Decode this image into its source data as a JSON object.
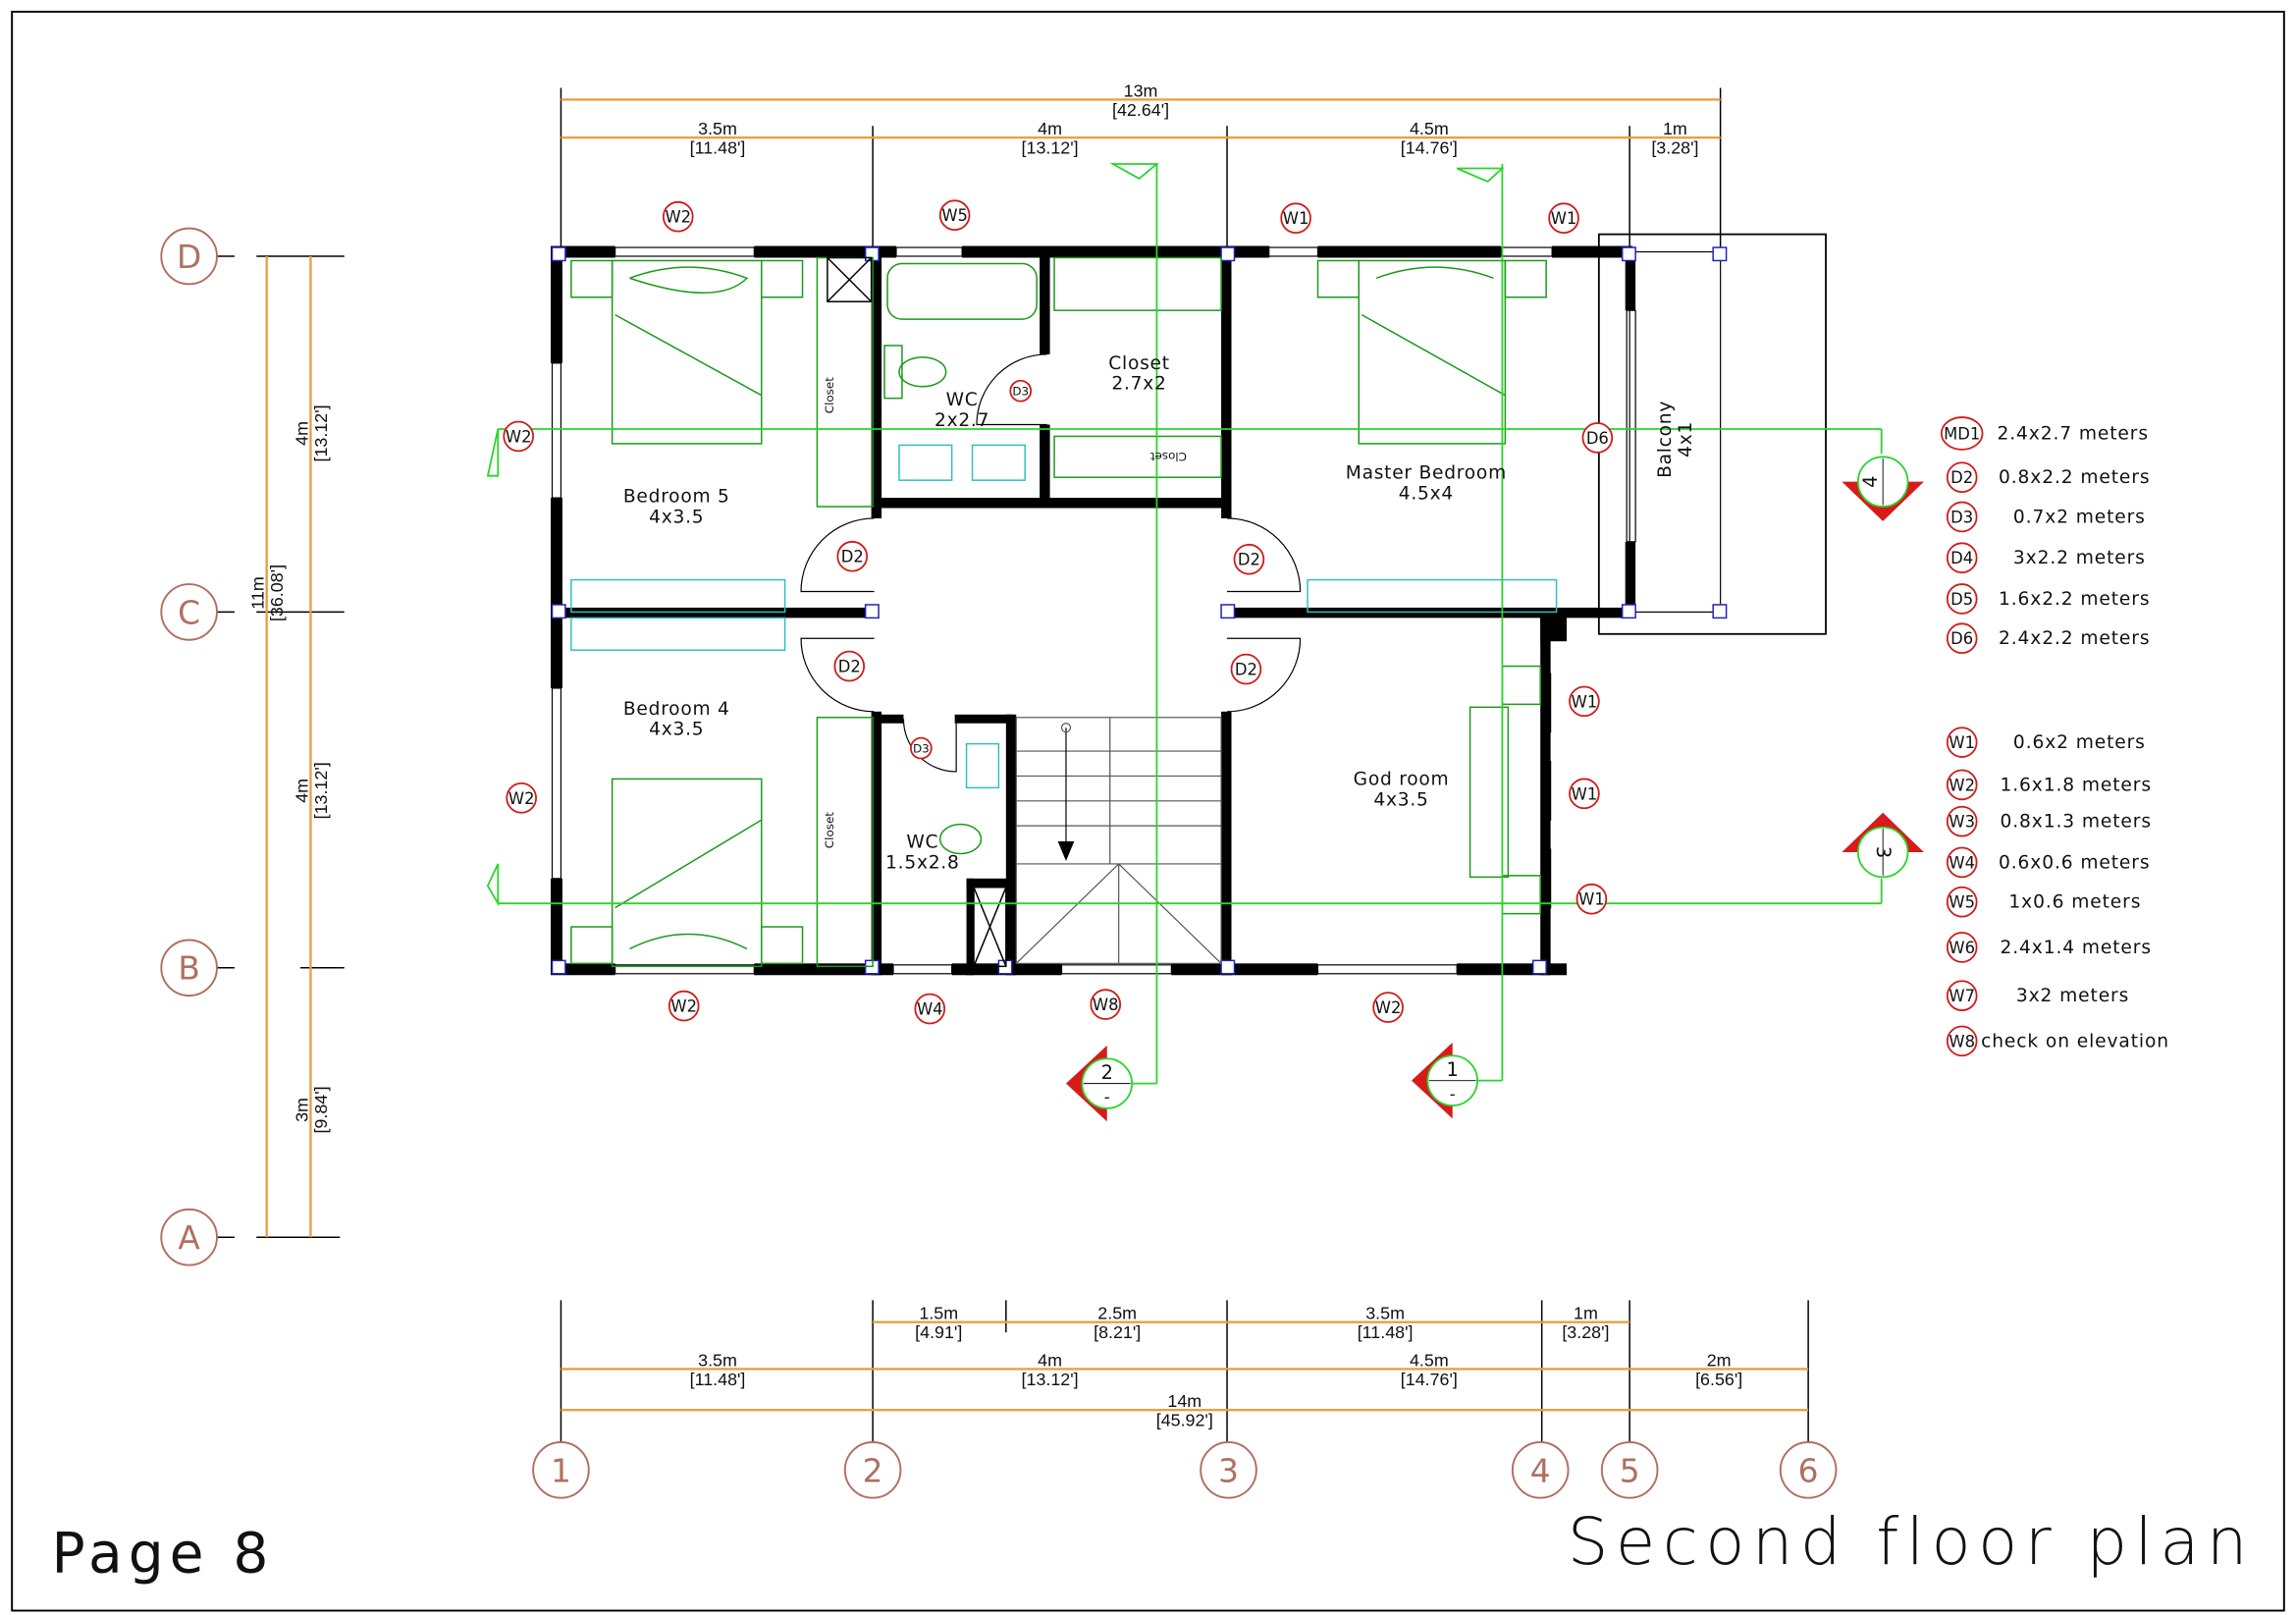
{
  "drawing": {
    "title": "Second floor plan",
    "page": "Page 8"
  },
  "dims_top": {
    "total": [
      "13m",
      "[42.64']"
    ],
    "parts": [
      [
        "3.5m",
        "[11.48']"
      ],
      [
        "4m",
        "[13.12']"
      ],
      [
        "4.5m",
        "[14.76']"
      ],
      [
        "1m",
        "[3.28']"
      ]
    ]
  },
  "dims_bottom": {
    "row1": [
      [
        "1.5m",
        "[4.91']"
      ],
      [
        "2.5m",
        "[8.21']"
      ],
      [
        "3.5m",
        "[11.48']"
      ],
      [
        "1m",
        "[3.28']"
      ]
    ],
    "row2": [
      [
        "3.5m",
        "[11.48']"
      ],
      [
        "4m",
        "[13.12']"
      ],
      [
        "4.5m",
        "[14.76']"
      ],
      [
        "2m",
        "[6.56']"
      ]
    ],
    "total": [
      "14m",
      "[45.92']"
    ]
  },
  "dims_left": {
    "total": [
      "11m",
      "[36.08']"
    ],
    "parts": [
      [
        "4m",
        "[13.12']"
      ],
      [
        "4m",
        "[13.12']"
      ],
      [
        "3m",
        "[9.84']"
      ]
    ]
  },
  "grid_x": [
    "1",
    "2",
    "3",
    "4",
    "5",
    "6"
  ],
  "grid_y": [
    "D",
    "C",
    "B",
    "A"
  ],
  "rooms": {
    "bedroom5": [
      "Bedroom 5",
      "4x3.5"
    ],
    "bedroom4": [
      "Bedroom 4",
      "4x3.5"
    ],
    "wc1": [
      "WC",
      "2x2.7"
    ],
    "wc2": [
      "WC",
      "1.5x2.8"
    ],
    "closet_main": [
      "Closet",
      "2.7x2"
    ],
    "closet_small": "Closet",
    "master": [
      "Master Bedroom",
      "4.5x4"
    ],
    "god": [
      "God room",
      "4x3.5"
    ],
    "balcony": [
      "Balcony",
      "4x1"
    ]
  },
  "tags": {
    "w1": "W1",
    "w2": "W2",
    "w4": "W4",
    "w5": "W5",
    "w8": "W8",
    "d2": "D2",
    "d3": "D3",
    "d6": "D6"
  },
  "sections": [
    "1",
    "2",
    "3",
    "4"
  ],
  "legend_doors": [
    [
      "MD1",
      "2.4x2.7  meters"
    ],
    [
      "D2",
      "0.8x2.2  meters"
    ],
    [
      "D3",
      "0.7x2  meters"
    ],
    [
      "D4",
      "3x2.2  meters"
    ],
    [
      "D5",
      "1.6x2.2  meters"
    ],
    [
      "D6",
      "2.4x2.2  meters"
    ]
  ],
  "legend_windows": [
    [
      "W1",
      "0.6x2  meters"
    ],
    [
      "W2",
      "1.6x1.8  meters"
    ],
    [
      "W3",
      "0.8x1.3  meters"
    ],
    [
      "W4",
      "0.6x0.6  meters"
    ],
    [
      "W5",
      "1x0.6  meters"
    ],
    [
      "W6",
      "2.4x1.4  meters"
    ],
    [
      "W7",
      "3x2  meters"
    ],
    [
      "W8",
      "check  on  elevation"
    ]
  ]
}
